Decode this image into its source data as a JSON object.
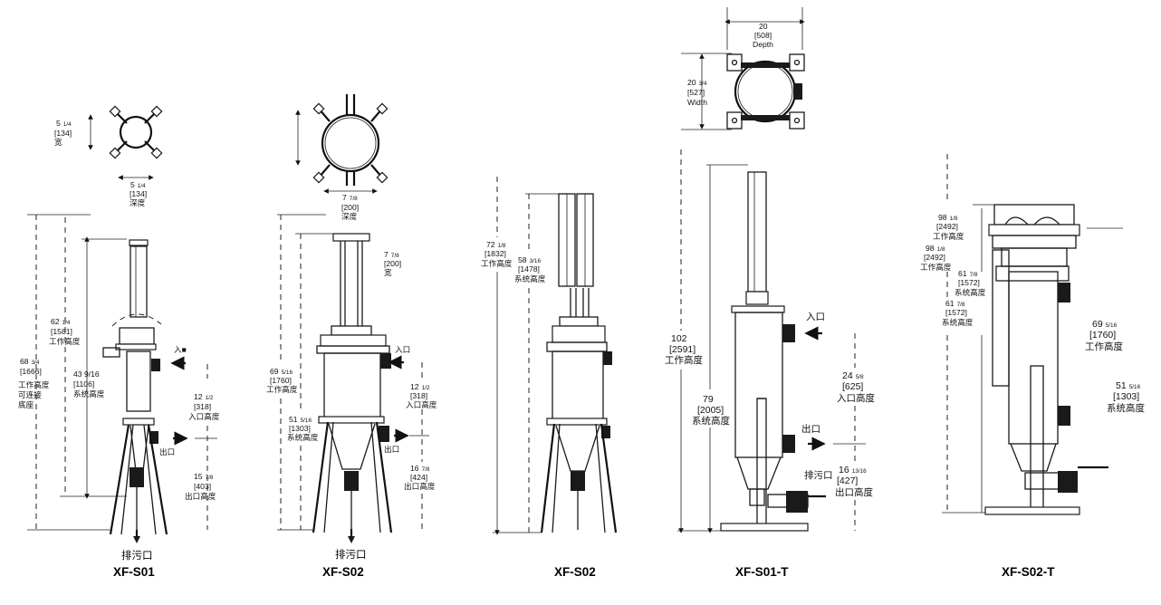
{
  "models": {
    "m1": "XF-S01",
    "m2": "XF-S02",
    "m3": "XF-S02",
    "m4": "XF-S01-T",
    "m5": "XF-S02-T"
  },
  "common": {
    "drain": "排污口",
    "inlet": "入口",
    "inlet_m1": "入■",
    "outlet": "出口",
    "work_height": "工作高度",
    "system_height": "系统高度",
    "inlet_height": "入口高度",
    "outlet_height": "出口高度",
    "width_cn": "宽",
    "depth_cn": "深度",
    "base_l1": "可连接",
    "base_l2": "底座",
    "width_en": "Width",
    "depth_en": "Depth"
  },
  "dims": {
    "m1_top_w": {
      "whole": "5",
      "frac": "1/4",
      "mm": "[134]"
    },
    "m1_top_d": {
      "whole": "5",
      "frac": "1/4",
      "mm": "[134]"
    },
    "m1_work": {
      "whole": "62",
      "frac": "1/4",
      "mm": "[1581]"
    },
    "m1_total": {
      "whole": "68",
      "frac": "3/4",
      "mm": "[1666]"
    },
    "m1_system": {
      "text": "43 9/16",
      "mm": "[1106]"
    },
    "m1_inlet": {
      "whole": "12",
      "frac": "1/2",
      "mm": "[318]"
    },
    "m1_outlet": {
      "whole": "15",
      "frac": "7/8",
      "mm": "[403]"
    },
    "m2_top_d": {
      "whole": "7",
      "frac": "7/8",
      "mm": "[200]"
    },
    "m2_top_w": {
      "whole": "7",
      "frac": "7/8",
      "mm": "[200]"
    },
    "m2_work": {
      "whole": "69",
      "frac": "5/16",
      "mm": "[1760]"
    },
    "m2_system": {
      "whole": "51",
      "frac": "5/16",
      "mm": "[1303]"
    },
    "m2_inlet": {
      "whole": "12",
      "frac": "1/2",
      "mm": "[318]"
    },
    "m2_outlet": {
      "whole": "16",
      "frac": "7/8",
      "mm": "[424]"
    },
    "m3_work": {
      "whole": "72",
      "frac": "1/8",
      "mm": "[1832]"
    },
    "m3_system": {
      "whole": "58",
      "frac": "3/16",
      "mm": "[1478]"
    },
    "m4_depth": {
      "whole": "20",
      "mm": "[508]"
    },
    "m4_width": {
      "whole": "20",
      "frac": "3/4",
      "mm": "[527]"
    },
    "m4_work": {
      "whole": "102",
      "mm": "[2591]"
    },
    "m4_system": {
      "whole": "79",
      "mm": "[2005]"
    },
    "m4_inlet": {
      "whole": "24",
      "frac": "5/8",
      "mm": "[625]"
    },
    "m4_outlet": {
      "whole": "16",
      "frac": "13/16",
      "mm": "[427]"
    },
    "m5_work_a": {
      "whole": "98",
      "frac": "1/8",
      "mm": "[2492]"
    },
    "m5_work_b": {
      "whole": "98",
      "frac": "1/8",
      "mm": "[2492]"
    },
    "m5_sys_a": {
      "whole": "61",
      "frac": "7/8",
      "mm": "[1572]"
    },
    "m5_sys_b": {
      "whole": "61",
      "frac": "7/8",
      "mm": "[1572]"
    },
    "m5_work_r": {
      "whole": "69",
      "frac": "5/16",
      "mm": "[1760]"
    },
    "m5_sys_r": {
      "whole": "51",
      "frac": "5/16",
      "mm": "[1303]"
    }
  }
}
